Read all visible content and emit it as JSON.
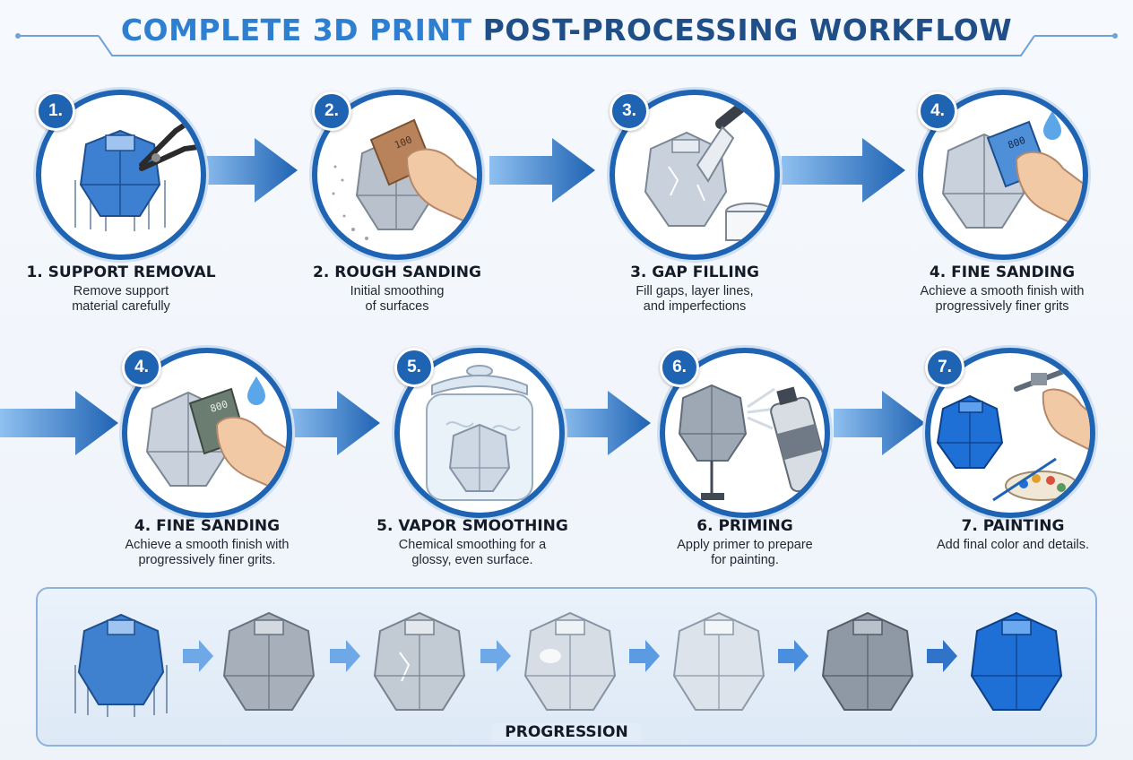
{
  "title": {
    "part1": "COMPLETE 3D PRINT",
    "part2": "POST-PROCESSING WORKFLOW"
  },
  "steps": [
    {
      "badge": "1.",
      "label": "1. SUPPORT REMOVAL",
      "desc": "Remove support\nmaterial carefully"
    },
    {
      "badge": "2.",
      "label": "2. ROUGH SANDING",
      "desc": "Initial smoothing\nof surfaces"
    },
    {
      "badge": "3.",
      "label": "3. GAP FILLING",
      "desc": "Fill gaps, layer lines,\nand imperfections"
    },
    {
      "badge": "4.",
      "label": "4. FINE SANDING",
      "desc": "Achieve a smooth finish with\nprogressively finer grits"
    },
    {
      "badge": "4.",
      "label": "4. FINE SANDING",
      "desc": "Achieve a smooth finish with\nprogressively finer grits."
    },
    {
      "badge": "5.",
      "label": "5. VAPOR SMOOTHING",
      "desc": "Chemical smoothing for a\nglossy, even surface."
    },
    {
      "badge": "6.",
      "label": "6. PRIMING",
      "desc": "Apply primer to prepare\nfor painting."
    },
    {
      "badge": "7.",
      "label": "7. PAINTING",
      "desc": "Add final color and details."
    }
  ],
  "sandpaper": {
    "coarse": "100",
    "fine": "800"
  },
  "progression": {
    "label": "PROGRESSION"
  },
  "colors": {
    "primary": "#1f63b3",
    "accent": "#2f7fd0",
    "title_dark": "#1f4f86",
    "paint_blue": "#1e6fd6"
  }
}
